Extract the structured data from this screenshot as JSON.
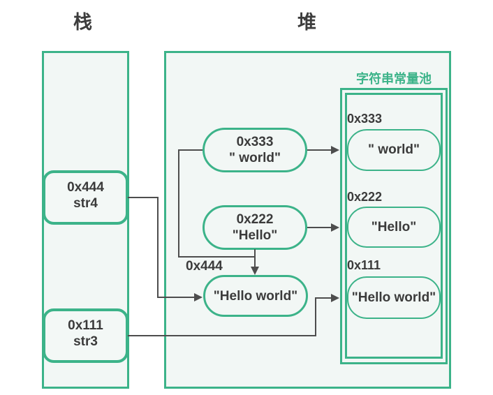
{
  "titles": {
    "stack": "栈",
    "heap": "堆"
  },
  "colors": {
    "accent_green": "#3cb389",
    "panel_fill": "#f2f7f5",
    "connector": "#4d4d4d",
    "text": "#3b3b3b"
  },
  "stack": {
    "frames": [
      {
        "address": "0x444",
        "name": "str4"
      },
      {
        "address": "0x111",
        "name": "str3"
      }
    ]
  },
  "heap": {
    "ref_label": "0x444",
    "objects": [
      {
        "address": "0x333",
        "value": "\" world\""
      },
      {
        "address": "0x222",
        "value": "\"Hello\""
      },
      {
        "value": "\"Hello world\""
      }
    ],
    "pool": {
      "label": "字符串常量池",
      "entries": [
        {
          "address": "0x333",
          "value": "\" world\""
        },
        {
          "address": "0x222",
          "value": "\"Hello\""
        },
        {
          "address": "0x111",
          "value": "\"Hello world\""
        }
      ]
    }
  }
}
